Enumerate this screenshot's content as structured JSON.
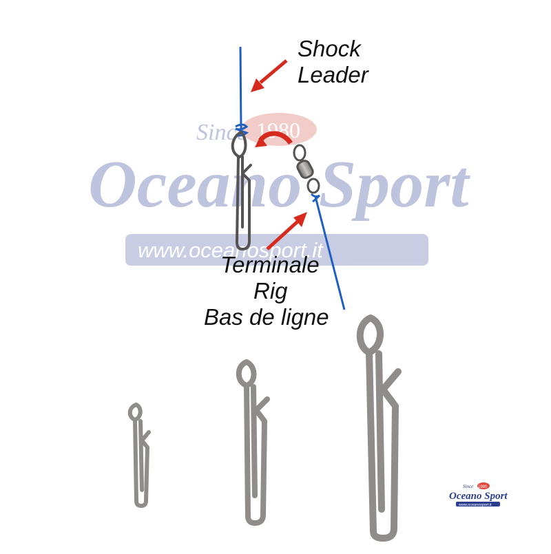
{
  "labels": {
    "shock": "Shock",
    "leader": "Leader",
    "terminale": "Terminale",
    "rig": "Rig",
    "bas": "Bas de ligne"
  },
  "watermark": {
    "since": "Since",
    "year": "1980",
    "brand": "Oceano Sport",
    "url": "www.oceanosport.it"
  },
  "logo": {
    "since": "Since",
    "year": "1980",
    "brand": "Oceano Sport",
    "url": "www.oceanosport.it"
  },
  "colors": {
    "line_blue": "#1f5fbf",
    "arrow_red": "#d62a1e",
    "metal": "#8f8c8a",
    "watermark_blue": "#8a93c4",
    "watermark_red": "#c9473f"
  }
}
